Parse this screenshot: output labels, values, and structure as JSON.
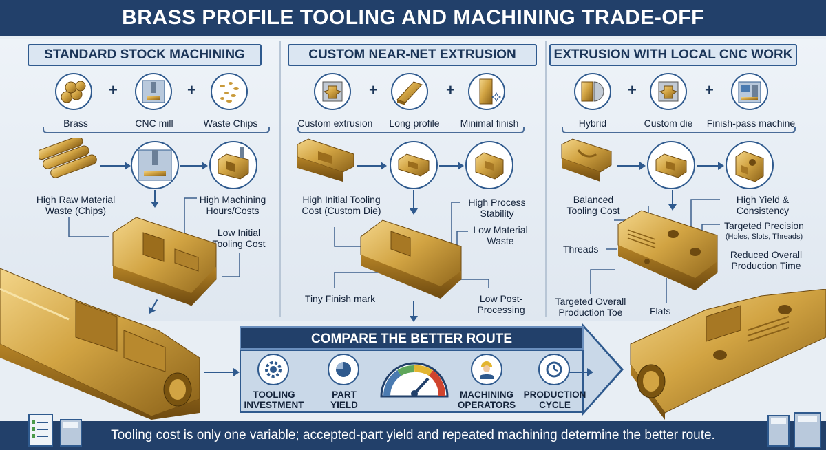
{
  "title": "BRASS PROFILE TOOLING AND MACHINING TRADE-OFF",
  "columns": [
    {
      "header": "STANDARD STOCK MACHINING",
      "inputs": [
        {
          "label": "Brass",
          "icon": "brass-bars-icon"
        },
        {
          "label": "CNC mill",
          "icon": "cnc-mill-icon"
        },
        {
          "label": "Waste Chips",
          "icon": "chips-icon"
        }
      ],
      "annotations": [
        "High Raw Material Waste (Chips)",
        "High Machining Hours/Costs",
        "Low Initial Tooling Cost"
      ]
    },
    {
      "header": "CUSTOM NEAR-NET EXTRUSION",
      "inputs": [
        {
          "label": "Custom extrusion",
          "icon": "die-icon"
        },
        {
          "label": "Long profile",
          "icon": "profile-icon"
        },
        {
          "label": "Minimal finish",
          "icon": "finish-icon"
        }
      ],
      "annotations": [
        "High Initial Tooling Cost (Custom Die)",
        "High Process Stability",
        "Low Material Waste",
        "Tiny Finish mark",
        "Low Post-Processing"
      ]
    },
    {
      "header": "EXTRUSION WITH LOCAL CNC WORK",
      "inputs": [
        {
          "label": "Hybrid",
          "icon": "hybrid-icon"
        },
        {
          "label": "Custom die",
          "icon": "die-icon"
        },
        {
          "label": "Finish-pass machine",
          "icon": "cnc-machine-icon"
        }
      ],
      "annotations": [
        "Balanced Tooling Cost",
        "High Yield & Consistency",
        "Targeted Precision",
        "(Holes, Slots, Threads)",
        "Threads",
        "Reduced Overall Production Time",
        "Targeted Overall Production Toe",
        "Flats"
      ]
    }
  ],
  "compare": {
    "title": "COMPARE THE BETTER ROUTE",
    "items": [
      {
        "label": "TOOLING INVESTMENT",
        "icon": "gear-wrench-icon"
      },
      {
        "label": "PART YIELD",
        "icon": "pie-chart-icon"
      },
      {
        "label": "MACHINING OPERATORS",
        "icon": "operator-icon"
      },
      {
        "label": "PRODUCTION CYCLE",
        "icon": "cycle-clock-icon"
      }
    ]
  },
  "footer": "Tooling cost is only one variable; accepted-part yield and repeated machining determine the better route.",
  "colors": {
    "navy": "#22406a",
    "brass": "#c99a3a",
    "panel": "#e8eef4"
  }
}
